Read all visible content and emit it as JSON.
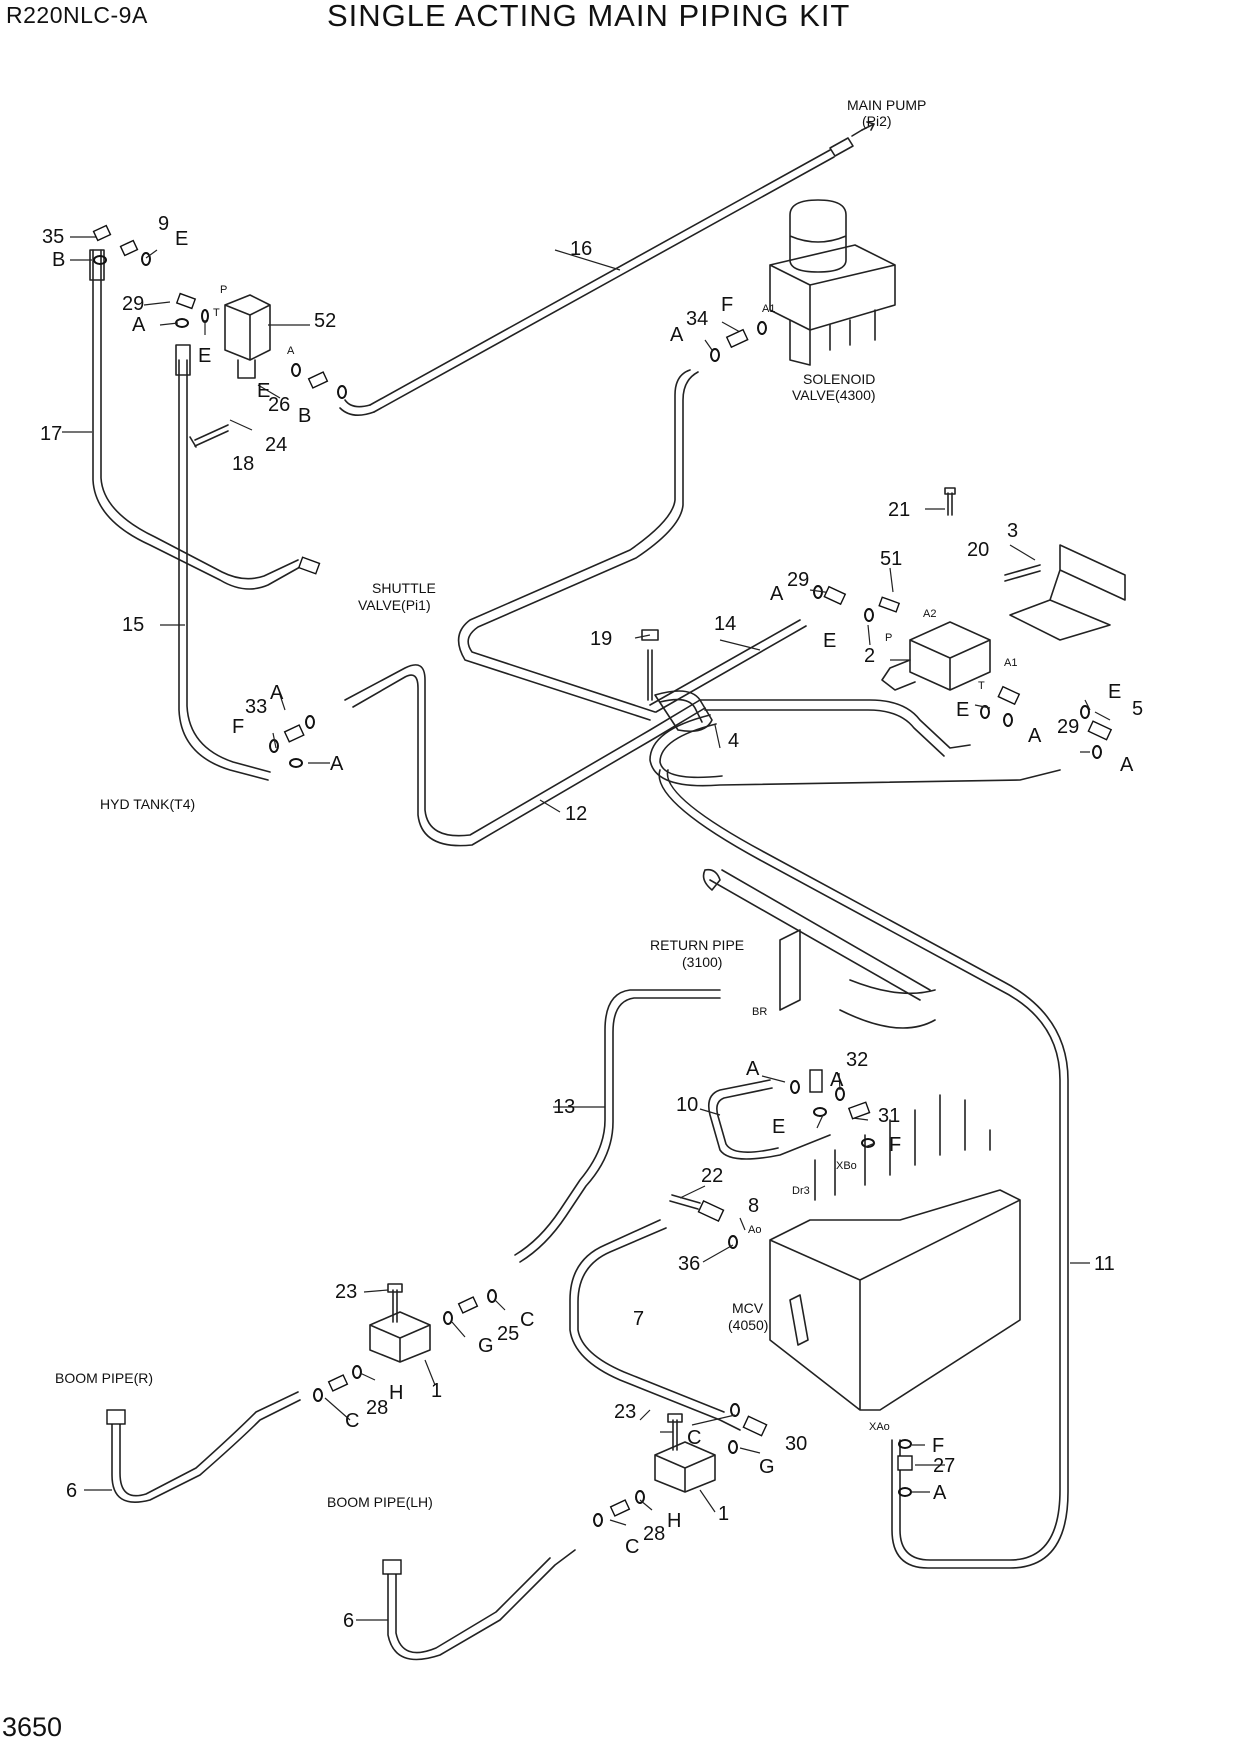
{
  "header": {
    "model": "R220NLC-9A",
    "title": "SINGLE ACTING MAIN PIPING KIT"
  },
  "page_number": "3650",
  "components": {
    "main_pump": [
      "MAIN PUMP",
      "(Pi2)"
    ],
    "solenoid_valve": [
      "SOLENOID",
      "VALVE(4300)"
    ],
    "shuttle_valve": [
      "SHUTTLE",
      "VALVE(Pi1)"
    ],
    "hyd_tank": "HYD TANK(T4)",
    "return_pipe": [
      "RETURN PIPE",
      "(3100)"
    ],
    "mcv": [
      "MCV",
      "(4050)"
    ],
    "boom_pipe_r": "BOOM PIPE(R)",
    "boom_pipe_lh": "BOOM PIPE(LH)"
  },
  "callouts": {
    "c35": "35",
    "c9": "9",
    "cE1": "E",
    "cB1": "B",
    "c29a": "29",
    "cA1": "A",
    "cE2": "E",
    "c52": "52",
    "cE3": "E",
    "c26": "26",
    "cB2": "B",
    "c24": "24",
    "c18": "18",
    "c17": "17",
    "c16": "16",
    "c34": "34",
    "cF1": "F",
    "cA2": "A",
    "c21": "21",
    "c3": "3",
    "c20": "20",
    "c51": "51",
    "c29b": "29",
    "cA3": "A",
    "c14": "14",
    "c19": "19",
    "cE4": "E",
    "c2": "2",
    "cE5": "E",
    "c5": "5",
    "cE6": "E",
    "cA4": "A",
    "c29c": "29",
    "cA5": "A",
    "c4": "4",
    "c15": "15",
    "c33": "33",
    "cA6": "A",
    "cF2": "F",
    "cA7": "A",
    "c12": "12",
    "cA8": "A",
    "c32": "32",
    "cA9": "A",
    "c10": "10",
    "cE7": "E",
    "c31": "31",
    "cF3": "F",
    "c13": "13",
    "c22": "22",
    "c8": "8",
    "c36": "36",
    "c11": "11",
    "c23a": "23",
    "c25": "25",
    "cC1": "C",
    "cG1": "G",
    "c1a": "1",
    "cH1": "H",
    "c28a": "28",
    "cC2": "C",
    "c7": "7",
    "c23b": "23",
    "cC3": "C",
    "c30": "30",
    "cG2": "G",
    "c1b": "1",
    "cH2": "H",
    "c28b": "28",
    "cC4": "C",
    "cF4": "F",
    "c27": "27",
    "cA10": "A",
    "c6a": "6",
    "c6b": "6"
  },
  "ports": {
    "p1": "P",
    "t1": "T",
    "a1": "A",
    "a1b": "A1",
    "a2": "A2",
    "p2": "P",
    "t2": "T",
    "a1c": "A1",
    "br": "BR",
    "dr3": "Dr3",
    "xbo": "XBo",
    "ao": "Ao",
    "xao": "XAo"
  }
}
